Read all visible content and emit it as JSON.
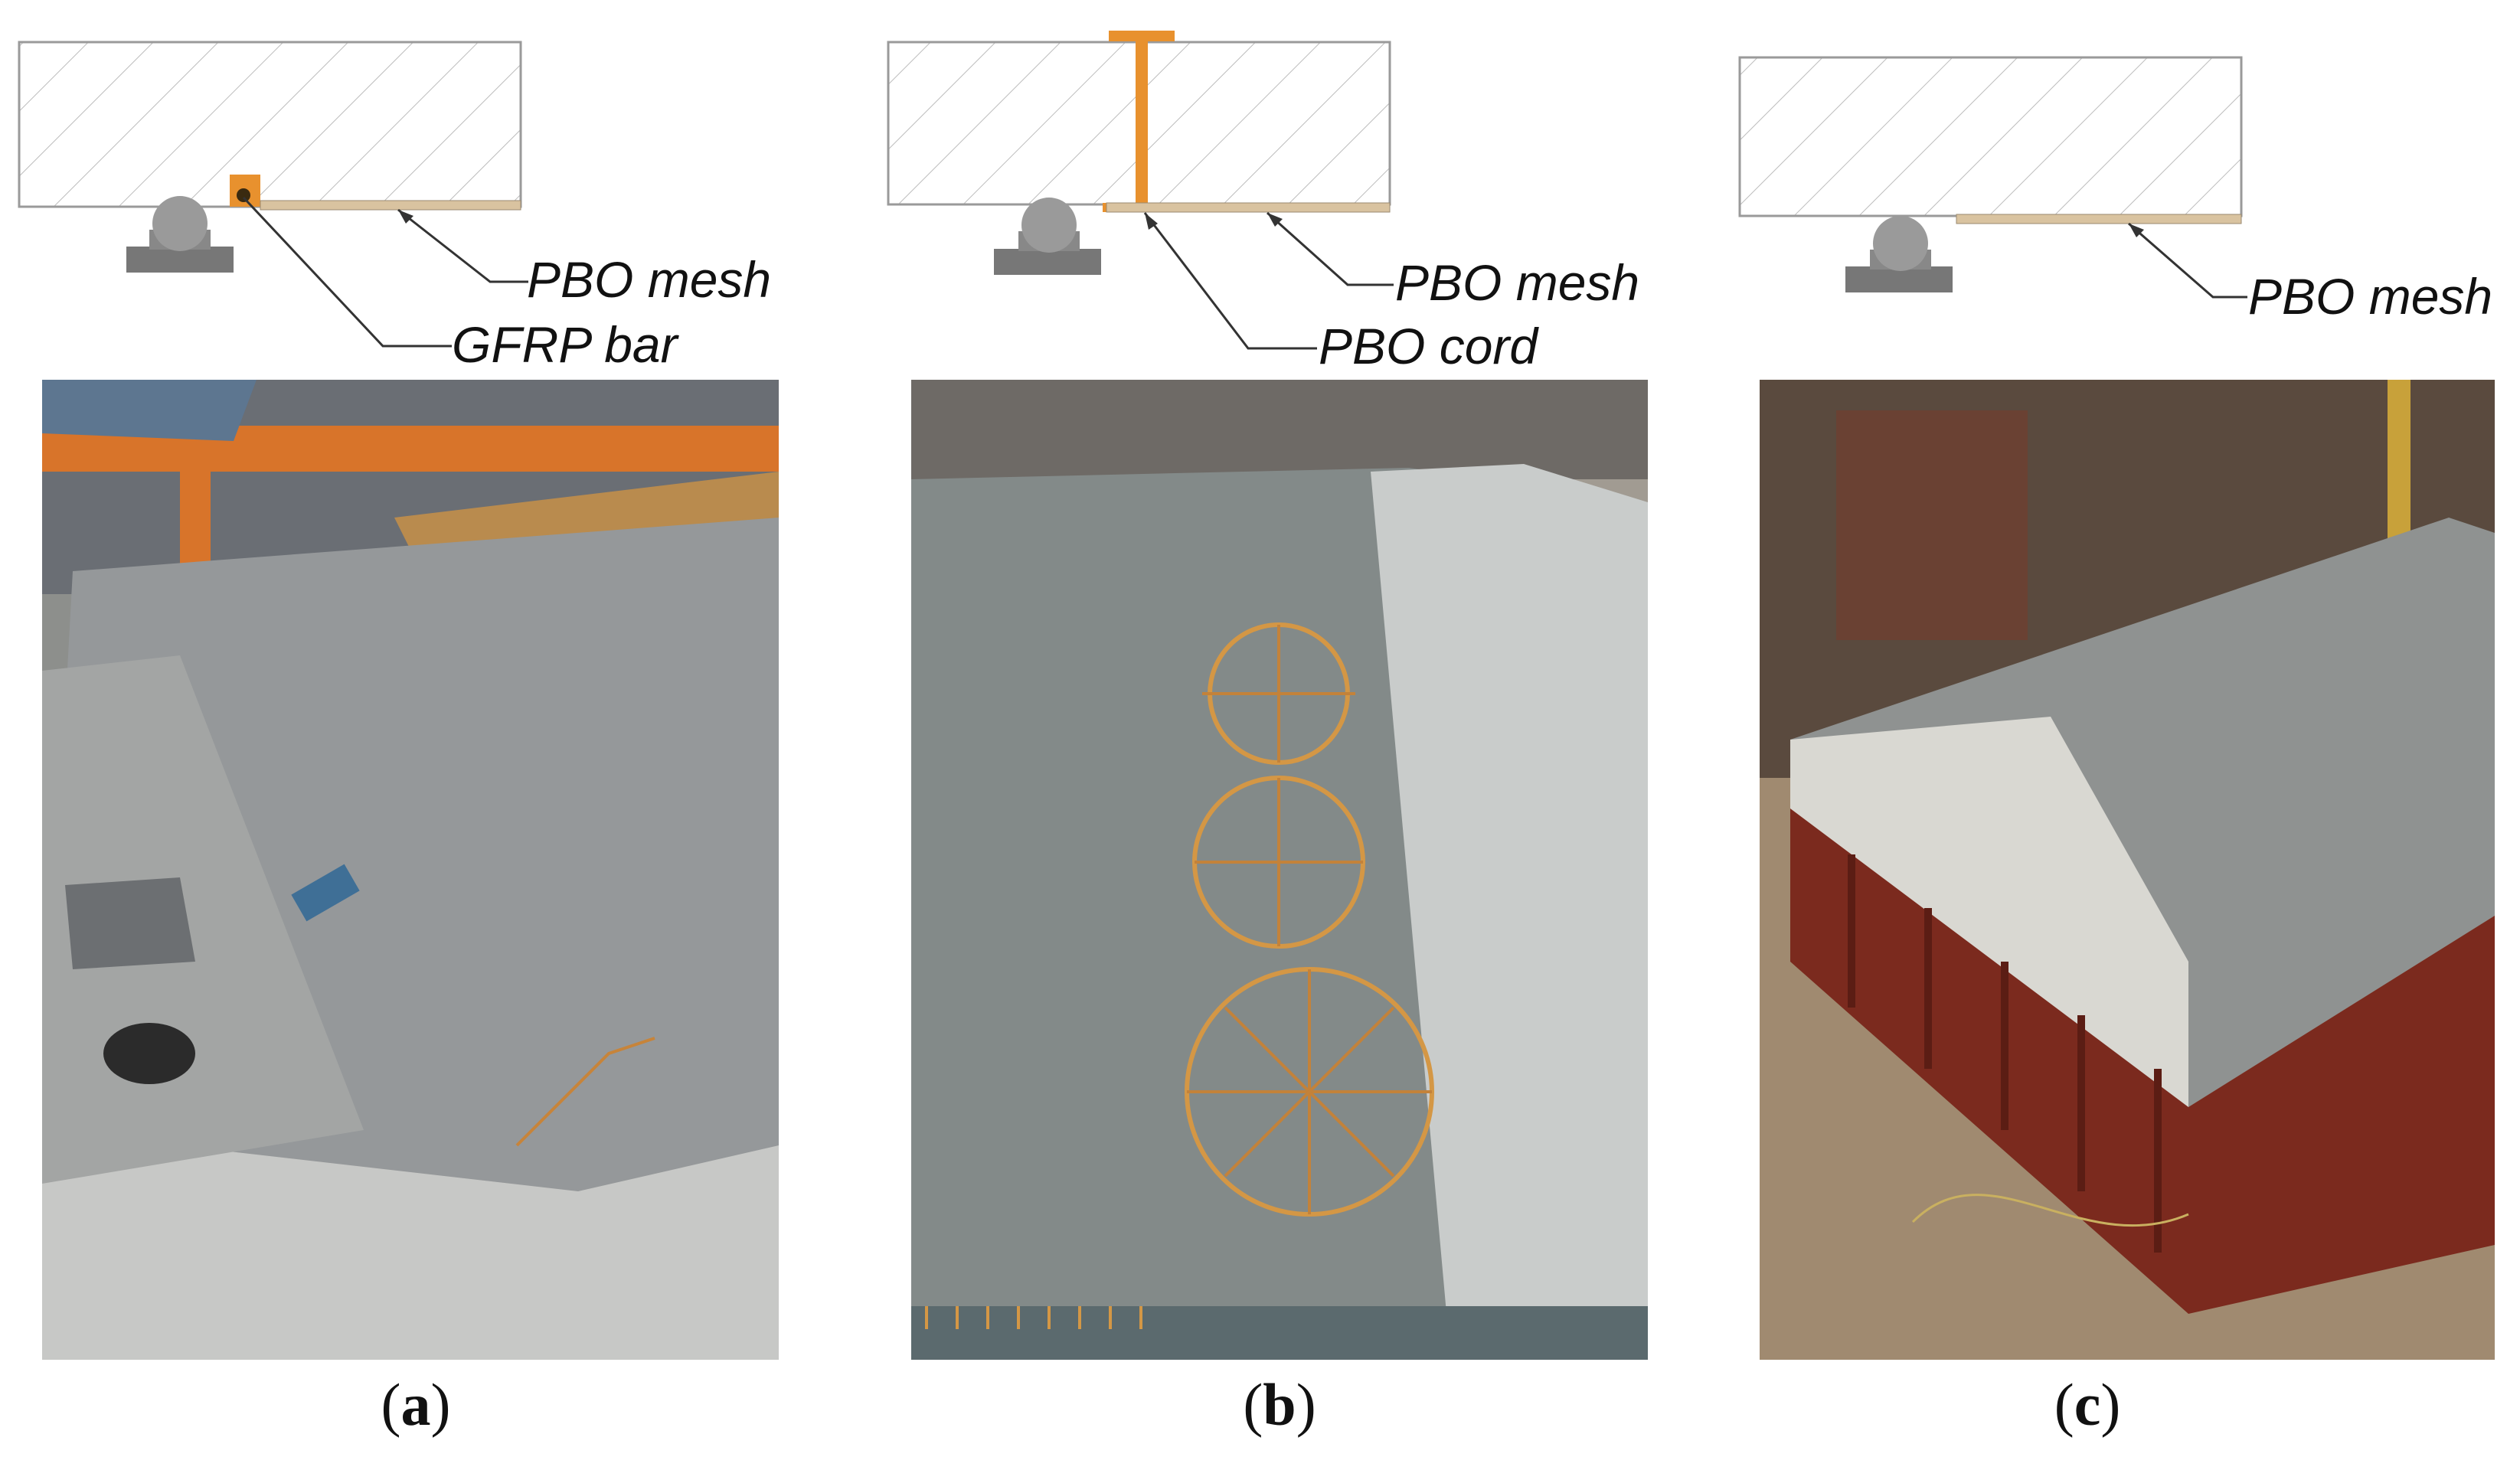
{
  "panels": [
    {
      "id": "a",
      "caption_open": "(",
      "caption_letter": "a",
      "caption_close": ")",
      "labels": [
        "PBO mesh",
        "GFRP bar"
      ]
    },
    {
      "id": "b",
      "caption_open": "(",
      "caption_letter": "b",
      "caption_close": ")",
      "labels": [
        "PBO mesh",
        "PBO cord"
      ]
    },
    {
      "id": "c",
      "caption_open": "(",
      "caption_letter": "c",
      "caption_close": ")",
      "labels": [
        "PBO mesh"
      ]
    }
  ],
  "colors": {
    "frp_orange": "#E8912E",
    "mesh_tan": "#D9C3A0",
    "support_gray": "#7a7a7a",
    "concrete_gray": "#8c9092",
    "hatch": "#b9b9b9"
  }
}
